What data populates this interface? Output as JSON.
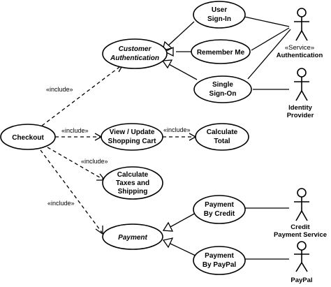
{
  "use_cases": {
    "customer_auth": [
      "Customer",
      "Authentication"
    ],
    "user_signin": [
      "User",
      "Sign-In"
    ],
    "remember_me": [
      "Remember Me"
    ],
    "single_signon": [
      "Single",
      "Sign-On"
    ],
    "checkout": [
      "Checkout"
    ],
    "view_update_cart": [
      "View / Update",
      "Shopping Cart"
    ],
    "calculate_total": [
      "Calculate",
      "Total"
    ],
    "calculate_taxes": [
      "Calculate",
      "Taxes and",
      "Shipping"
    ],
    "payment": [
      "Payment"
    ],
    "payment_credit": [
      "Payment",
      "By Credit"
    ],
    "payment_paypal": [
      "Payment",
      "By PayPal"
    ]
  },
  "actors": {
    "authentication": {
      "stereotype": "«Service»",
      "name": "Authentication"
    },
    "identity_provider": {
      "line1": "Identity",
      "line2": "Provider"
    },
    "credit_service": {
      "line1": "Credit",
      "line2": "Payment Service"
    },
    "paypal": {
      "name": "PayPal"
    }
  },
  "relations": {
    "include_label": "«include»"
  }
}
